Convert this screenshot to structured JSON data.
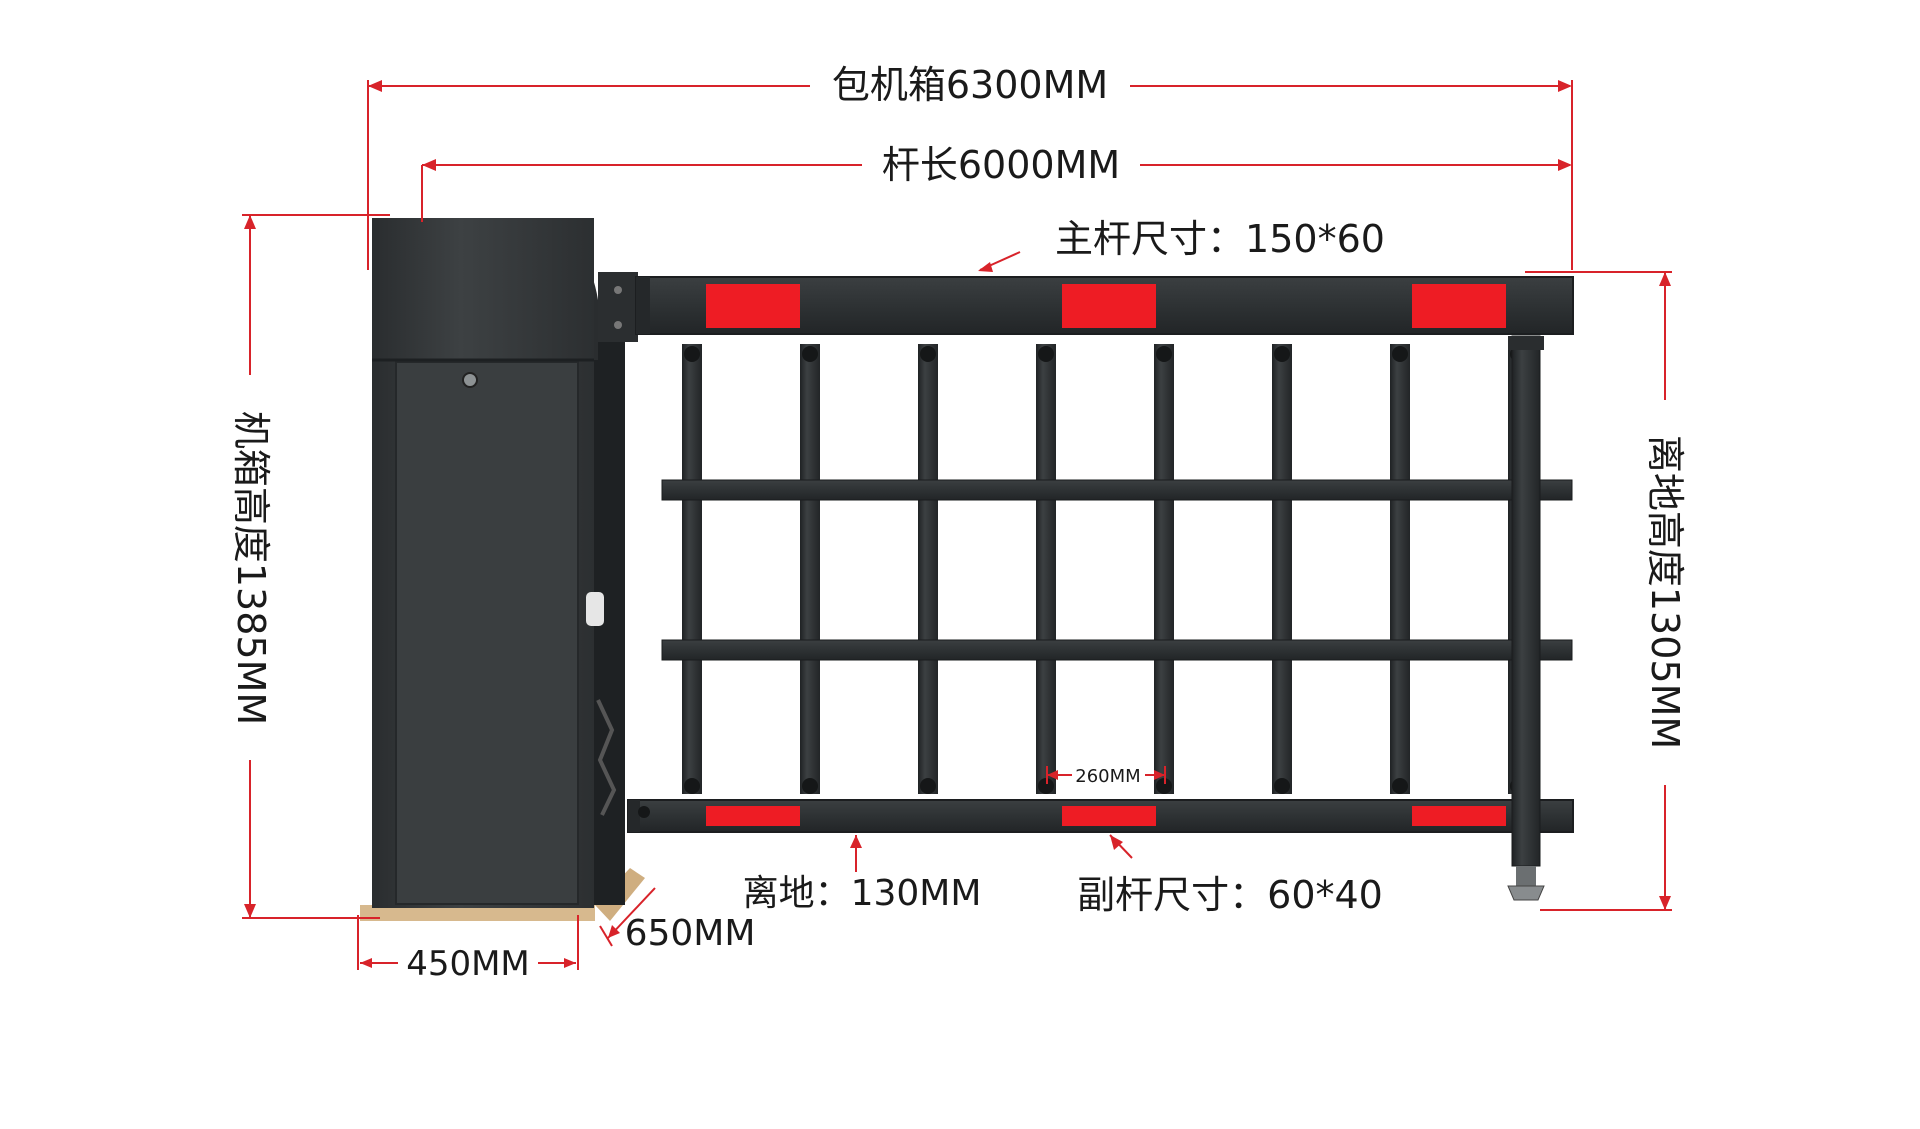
{
  "colors": {
    "dimension_line": "#d8232a",
    "cabinet": "#3a3e40",
    "cabinet_dark": "#26292b",
    "bar": "#2f3335",
    "bar_edge": "#1c1e20",
    "reflector": "#ee1c24",
    "base_plate": "#d7b98e",
    "text": "#1a1a1a"
  },
  "labels": {
    "overall_length": "包机箱6300MM",
    "boom_length": "杆长6000MM",
    "main_bar_size": "主杆尺寸：150*60",
    "cabinet_height": "机箱高度1385MM",
    "ground_height": "离地高度1305MM",
    "bar_spacing": "260MM",
    "ground_clearance": "离地：130MM",
    "sub_bar_size": "副杆尺寸：60*40",
    "cabinet_width": "450MM",
    "cabinet_depth": "650MM"
  },
  "structure": {
    "vertical_bar_count": 8,
    "horizontal_rail_count": 2
  },
  "icons": [
    "lock-icon",
    "ground-foot-icon"
  ]
}
